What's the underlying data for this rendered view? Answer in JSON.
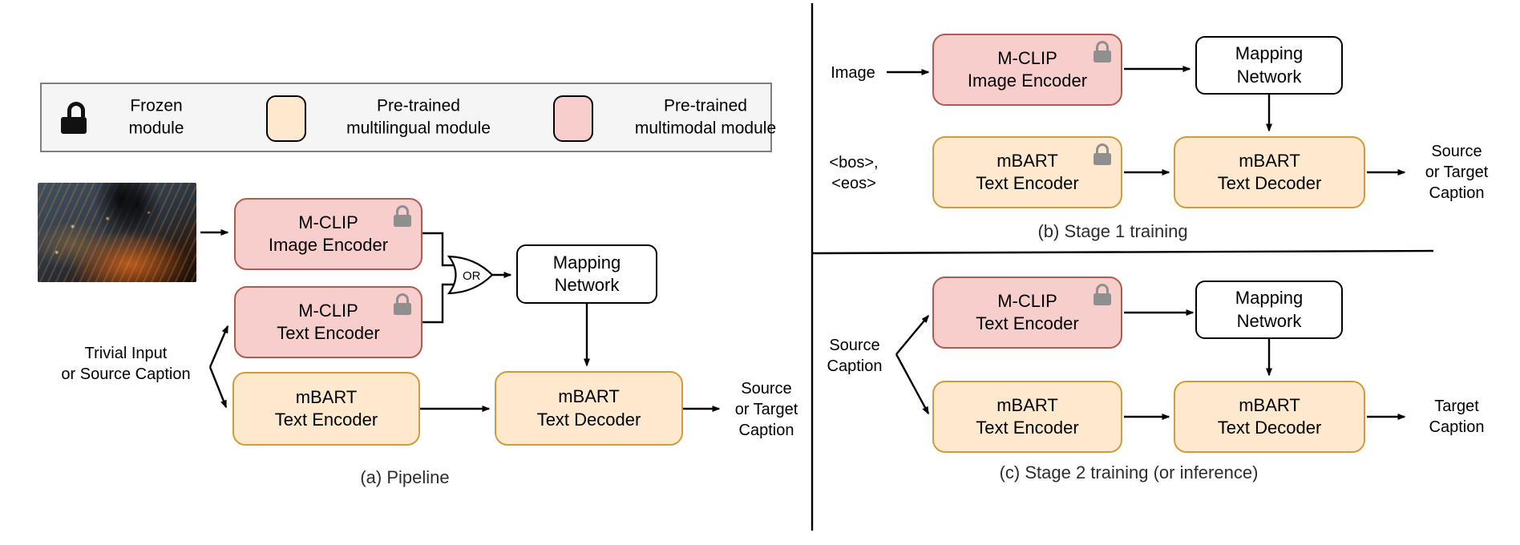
{
  "figure": {
    "legend": {
      "frozen_label": "Frozen\nmodule",
      "multilingual_label": "Pre-trained\nmultilingual module",
      "multimodal_label": "Pre-trained\nmultimodal module"
    },
    "panel_a": {
      "caption": "(a) Pipeline",
      "input_label": "Trivial Input\nor Source Caption",
      "or_label": "OR",
      "mclip_image_encoder": "M-CLIP\nImage Encoder",
      "mclip_text_encoder": "M-CLIP\nText Encoder",
      "mbart_text_encoder": "mBART\nText Encoder",
      "mapping_network": "Mapping\nNetwork",
      "mbart_text_decoder": "mBART\nText Decoder",
      "output_label": "Source\nor Target\nCaption"
    },
    "panel_b": {
      "caption": "(b) Stage 1 training",
      "input_image_label": "Image",
      "input_tokens_label": "<bos>,\n<eos>",
      "mclip_image_encoder": "M-CLIP\nImage Encoder",
      "mapping_network": "Mapping\nNetwork",
      "mbart_text_encoder": "mBART\nText Encoder",
      "mbart_text_decoder": "mBART\nText Decoder",
      "output_label": "Source\nor Target\nCaption"
    },
    "panel_c": {
      "caption": "(c) Stage 2 training (or inference)",
      "input_label": "Source\nCaption",
      "mclip_text_encoder": "M-CLIP\nText Encoder",
      "mapping_network": "Mapping\nNetwork",
      "mbart_text_encoder": "mBART\nText Encoder",
      "mbart_text_decoder": "mBART\nText Decoder",
      "output_label": "Target\nCaption"
    },
    "colors": {
      "multimodal_fill": "#F8CECC",
      "multimodal_border": "#B05A50",
      "multilingual_fill": "#FFE9CE",
      "multilingual_border": "#CE9C3D",
      "lock_gray": "#8F8F8F",
      "legend_background": "#F5F5F5"
    }
  }
}
